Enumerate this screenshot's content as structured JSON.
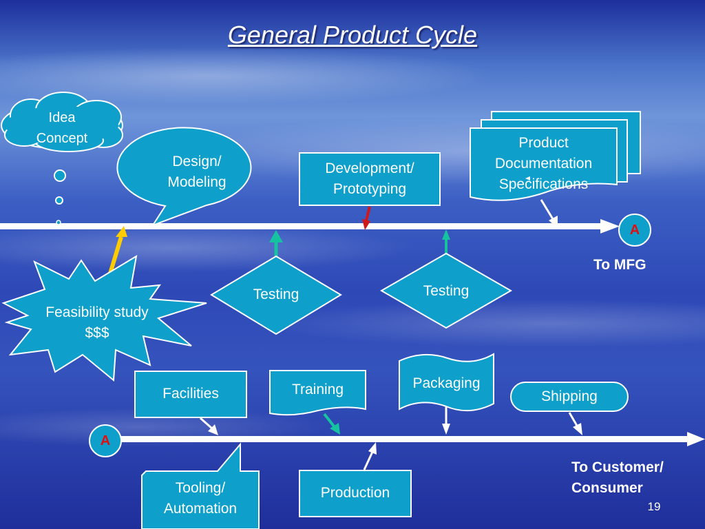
{
  "title": "General Product Cycle",
  "nodes": {
    "idea": "Idea\nConcept",
    "design": "Design/\nModeling",
    "development": "Development/\nPrototyping",
    "documentation": "Product\nDocumentation\nSpecifications",
    "testing_1": "Testing",
    "testing_2": "Testing",
    "feasibility": "Feasibility study\n$$$",
    "facilities": "Facilities",
    "training": "Training",
    "packaging": "Packaging",
    "shipping": "Shipping",
    "tooling": "Tooling/\nAutomation",
    "production": "Production"
  },
  "connectors": {
    "letter_top": "A",
    "letter_bottom": "A",
    "to_mfg": "To MFG",
    "to_customer": "To Customer/\nConsumer"
  },
  "slide_number": "19",
  "colors": {
    "shape_fill": "#0e9fcb",
    "shape_stroke": "#ffffff",
    "arrow_yellow": "#ffcc00",
    "arrow_green": "#16c3a0",
    "arrow_red": "#d01818",
    "connector_letter": "#e01010"
  }
}
